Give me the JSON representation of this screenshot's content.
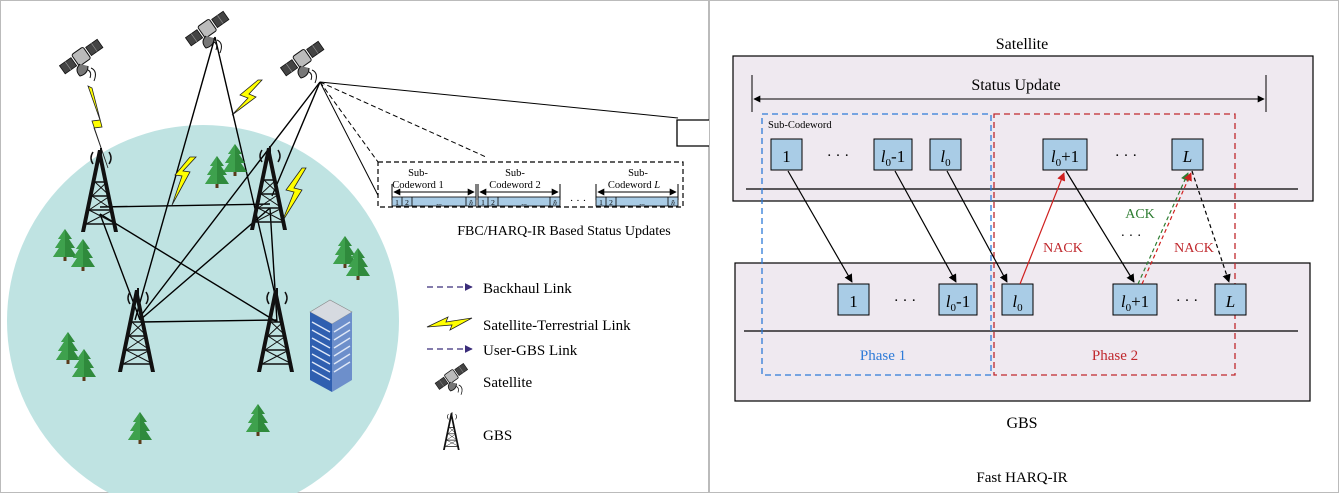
{
  "left_panel": {
    "fbc": {
      "sub_labels": [
        {
          "line1": "Sub-",
          "line2": "Codeword 1"
        },
        {
          "line1": "Sub-",
          "line2": "Codeword 2"
        },
        {
          "line1": "Sub-",
          "line2": "Codeword ",
          "italic": "L"
        }
      ],
      "cell_1": "1",
      "cell_2": "2",
      "cell_dots": "...",
      "cell_n": "n̂",
      "between_dots": "· · ·",
      "caption": "FBC/HARQ-IR Based Status Updates"
    },
    "legend": [
      {
        "label": "Backhaul Link",
        "kind": "dashed-arrow"
      },
      {
        "label": "Satellite-Terrestrial Link",
        "kind": "lightning"
      },
      {
        "label": "User-GBS Link",
        "kind": "dashed-arrow"
      },
      {
        "label": "Satellite",
        "kind": "satellite-icon"
      },
      {
        "label": "GBS",
        "kind": "tower-icon"
      }
    ]
  },
  "right_panel": {
    "satellite_label": "Satellite",
    "status_update_label": "Status Update",
    "sub_codeword_label": "Sub-Codeword",
    "gbs_label": "GBS",
    "bottom_title": "Fast HARQ-IR",
    "phase1": "Phase 1",
    "phase2": "Phase 2",
    "nack": "NACK",
    "ack": "ACK",
    "dots": "· · ·",
    "box_one": "1",
    "box_l": "l",
    "box_sub0": "0",
    "box_minus1": "-1",
    "box_plus1": "+1",
    "box_L": "L"
  },
  "colors": {
    "phase1": "#2e7bd8",
    "phase2": "#c0282d",
    "ack": "#2e7d32",
    "box_fill": "#a9cce6",
    "sat_fill": "#efe9f0",
    "circle_fill": "#bfe3e2",
    "lightning": "#ffff00"
  }
}
